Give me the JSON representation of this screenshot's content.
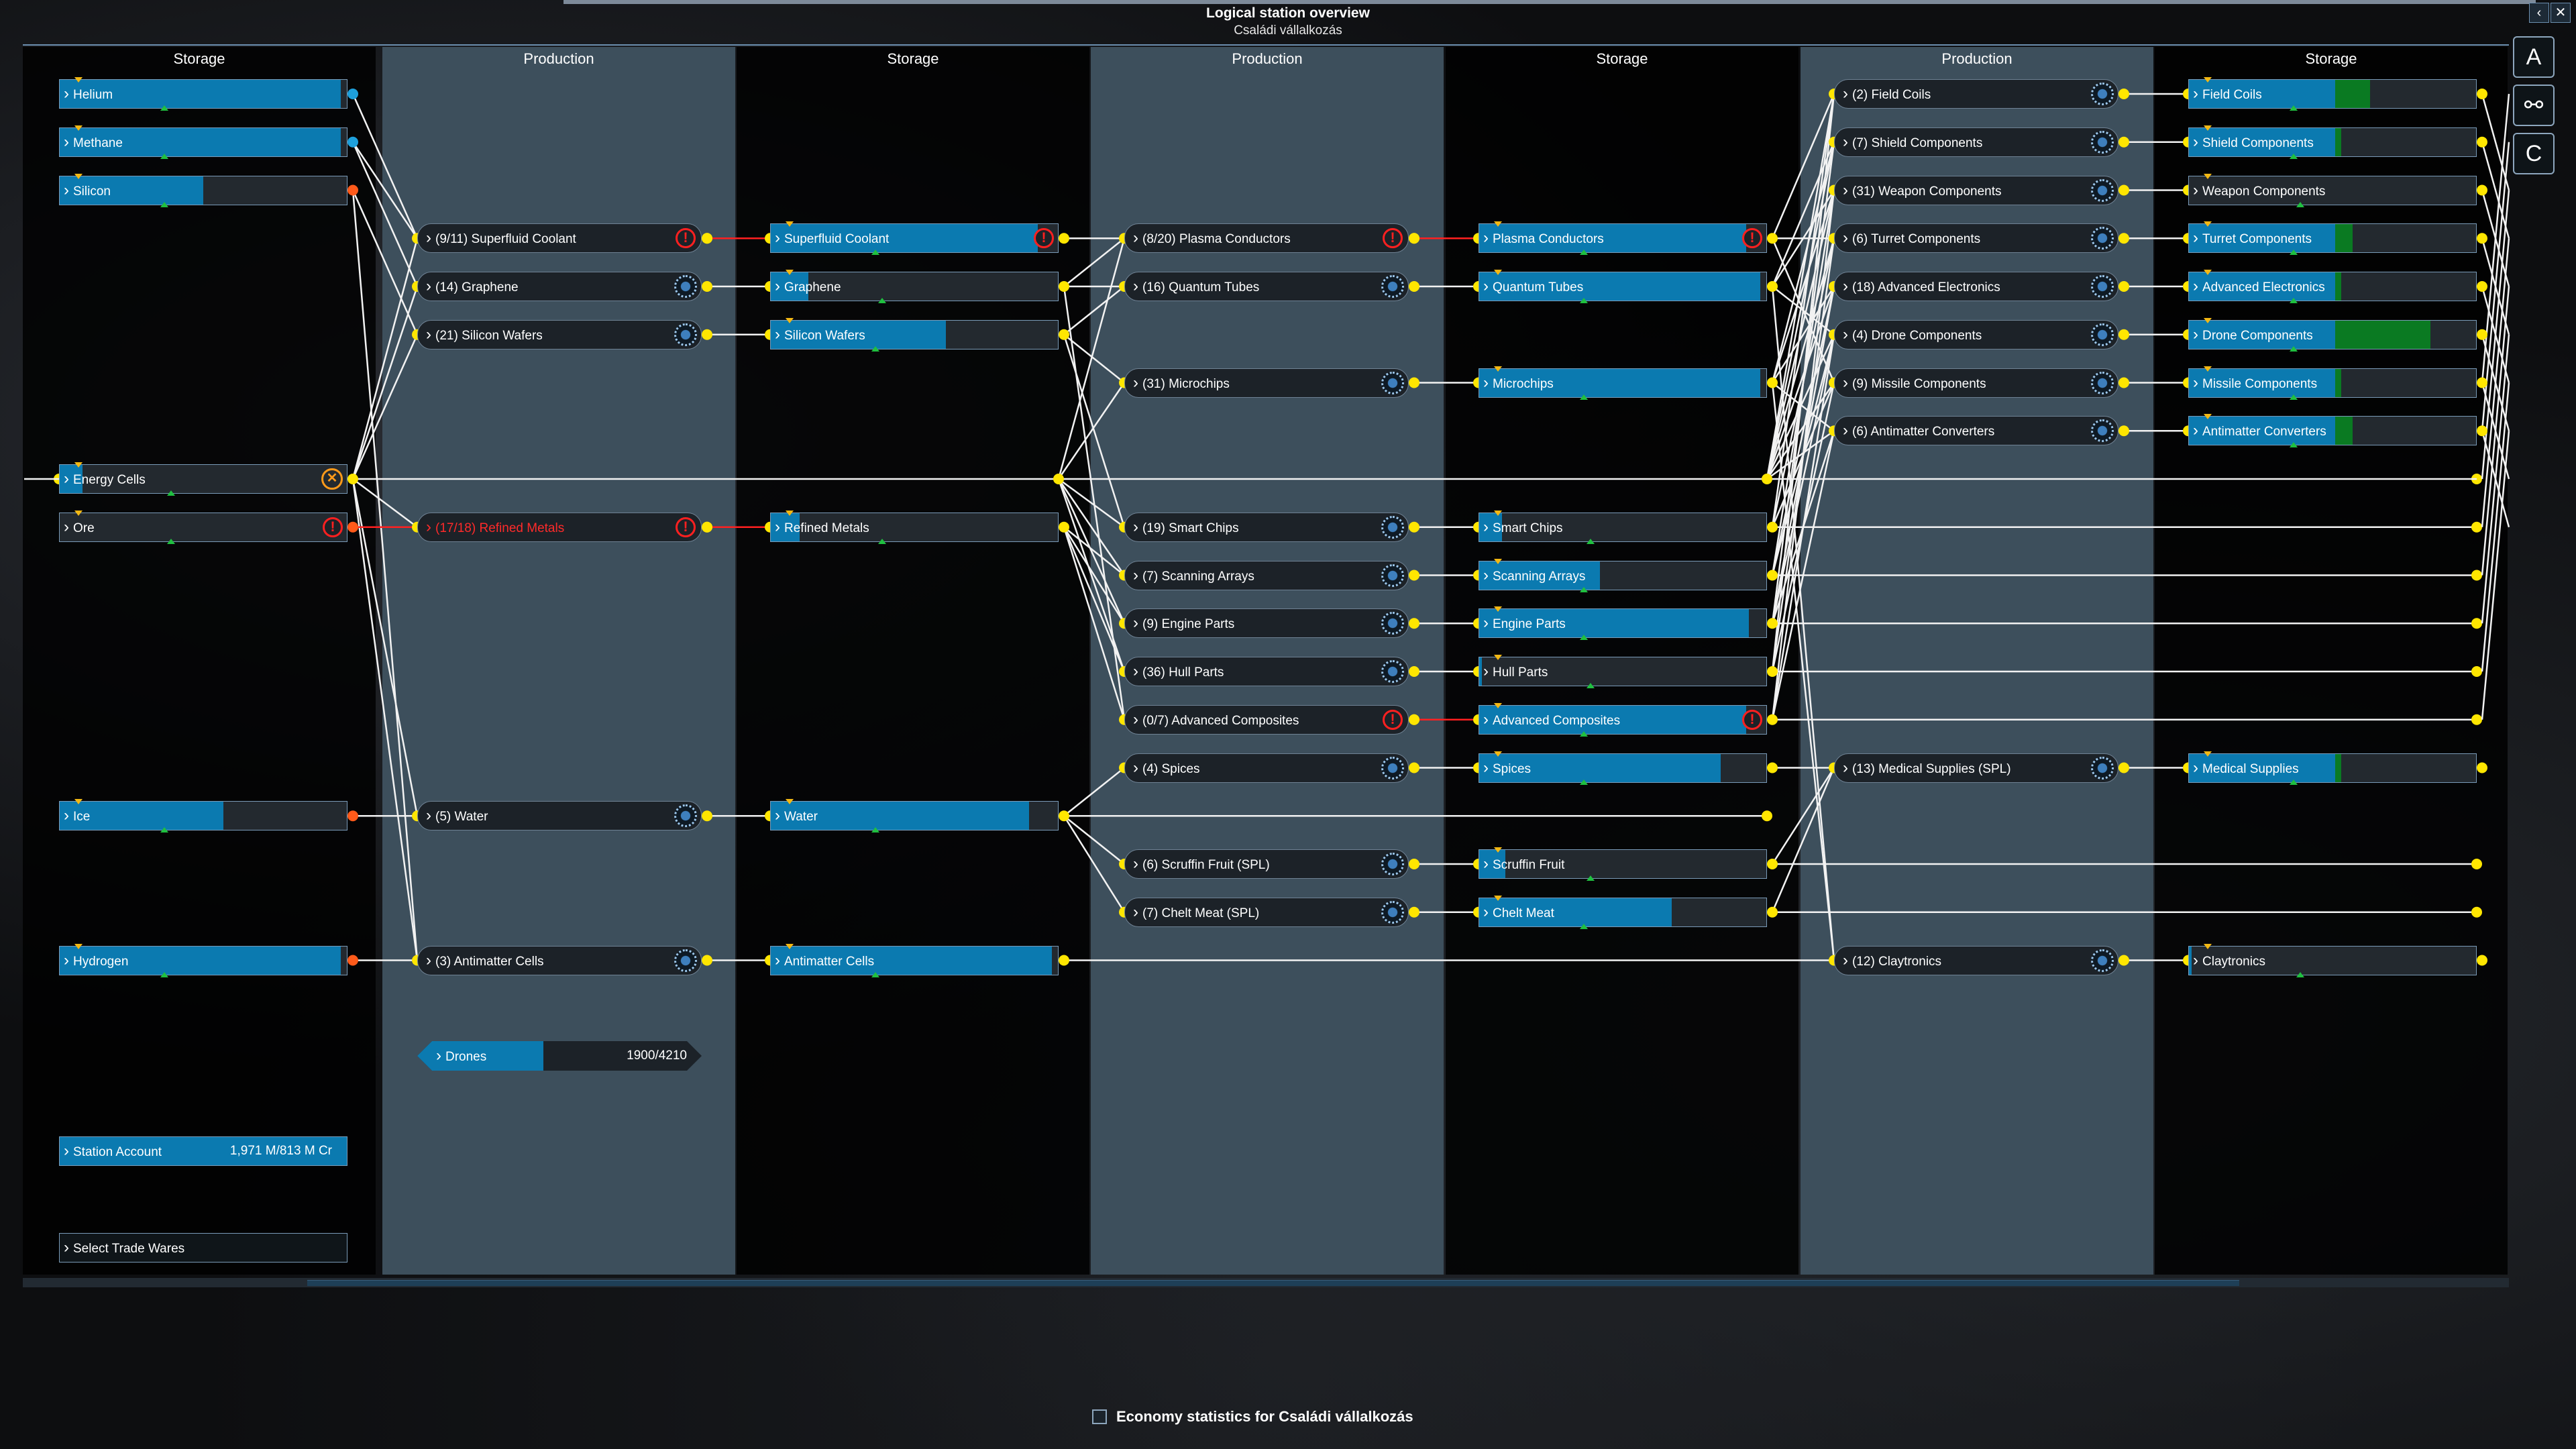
{
  "window": {
    "title": "Logical station overview",
    "subtitle": "Családi vállalkozás",
    "close_glyph": "✕",
    "back_glyph": "‹"
  },
  "side_buttons": [
    {
      "glyph": "A",
      "icon": "autopilot-icon"
    },
    {
      "glyph": "⚯",
      "icon": "connections-icon"
    },
    {
      "glyph": "C",
      "icon": "credits-icon"
    }
  ],
  "columns": [
    "Storage",
    "Production",
    "Storage",
    "Production",
    "Storage",
    "Production",
    "Storage"
  ],
  "storage_col1": [
    {
      "label": "Helium",
      "fill": 0.98
    },
    {
      "label": "Methane",
      "fill": 0.98
    },
    {
      "label": "Silicon",
      "fill": 0.5
    },
    {
      "label": "Energy Cells",
      "fill": 0.08,
      "status": "blocked"
    },
    {
      "label": "Ore",
      "fill": 0.0,
      "status": "warning"
    },
    {
      "label": "Ice",
      "fill": 0.57
    },
    {
      "label": "Hydrogen",
      "fill": 0.98
    }
  ],
  "production_col2": [
    {
      "label": "(9/11) Superfluid Coolant",
      "status": "warning"
    },
    {
      "label": "(14) Graphene",
      "status": "ok"
    },
    {
      "label": "(21) Silicon Wafers",
      "status": "ok"
    },
    {
      "label": "(17/18) Refined Metals",
      "status": "error"
    },
    {
      "label": "(5) Water",
      "status": "ok"
    },
    {
      "label": "(3) Antimatter Cells",
      "status": "ok"
    }
  ],
  "storage_col3": [
    {
      "label": "Superfluid Coolant",
      "fill": 0.93,
      "status": "warning"
    },
    {
      "label": "Graphene",
      "fill": 0.13
    },
    {
      "label": "Silicon Wafers",
      "fill": 0.61
    },
    {
      "label": "Refined Metals",
      "fill": 0.1
    },
    {
      "label": "Water",
      "fill": 0.9
    },
    {
      "label": "Antimatter Cells",
      "fill": 0.98
    }
  ],
  "production_col4": [
    {
      "label": "(8/20) Plasma Conductors",
      "status": "warning"
    },
    {
      "label": "(16) Quantum Tubes",
      "status": "ok"
    },
    {
      "label": "(31) Microchips",
      "status": "ok"
    },
    {
      "label": "(19) Smart Chips",
      "status": "ok"
    },
    {
      "label": "(7) Scanning Arrays",
      "status": "ok"
    },
    {
      "label": "(9) Engine Parts",
      "status": "ok"
    },
    {
      "label": "(36) Hull Parts",
      "status": "ok"
    },
    {
      "label": "(0/7) Advanced Composites",
      "status": "warning"
    },
    {
      "label": "(4) Spices",
      "status": "ok"
    },
    {
      "label": "(6) Scruffin Fruit (SPL)",
      "status": "ok"
    },
    {
      "label": "(7) Chelt Meat (SPL)",
      "status": "ok"
    }
  ],
  "storage_col5": [
    {
      "label": "Plasma Conductors",
      "fill": 0.93,
      "status": "warning"
    },
    {
      "label": "Quantum Tubes",
      "fill": 0.98
    },
    {
      "label": "Microchips",
      "fill": 0.98
    },
    {
      "label": "Smart Chips",
      "fill": 0.08
    },
    {
      "label": "Scanning Arrays",
      "fill": 0.42
    },
    {
      "label": "Engine Parts",
      "fill": 0.94
    },
    {
      "label": "Hull Parts",
      "fill": 0.01
    },
    {
      "label": "Advanced Composites",
      "fill": 0.93,
      "status": "warning"
    },
    {
      "label": "Spices",
      "fill": 0.84
    },
    {
      "label": "Scruffin Fruit",
      "fill": 0.09
    },
    {
      "label": "Chelt Meat",
      "fill": 0.67
    }
  ],
  "production_col6": [
    {
      "label": "(2) Field Coils",
      "status": "ok"
    },
    {
      "label": "(7) Shield Components",
      "status": "ok"
    },
    {
      "label": "(31) Weapon Components",
      "status": "ok"
    },
    {
      "label": "(6) Turret Components",
      "status": "ok"
    },
    {
      "label": "(18) Advanced Electronics",
      "status": "ok"
    },
    {
      "label": "(4) Drone Components",
      "status": "ok"
    },
    {
      "label": "(9) Missile Components",
      "status": "ok"
    },
    {
      "label": "(6) Antimatter Converters",
      "status": "ok"
    },
    {
      "label": "(13) Medical Supplies (SPL)",
      "status": "ok"
    },
    {
      "label": "(12) Claytronics",
      "status": "ok"
    }
  ],
  "storage_col7": [
    {
      "label": "Field Coils",
      "fill": 0.51,
      "fill2": 0.12
    },
    {
      "label": "Shield Components",
      "fill": 0.51,
      "fill2": 0.02
    },
    {
      "label": "Weapon Components",
      "fill": 0.0
    },
    {
      "label": "Turret Components",
      "fill": 0.51,
      "fill2": 0.06
    },
    {
      "label": "Advanced Electronics",
      "fill": 0.51,
      "fill2": 0.02
    },
    {
      "label": "Drone Components",
      "fill": 0.51,
      "fill2": 0.33
    },
    {
      "label": "Missile Components",
      "fill": 0.51,
      "fill2": 0.02
    },
    {
      "label": "Antimatter Converters",
      "fill": 0.51,
      "fill2": 0.06
    },
    {
      "label": "Medical Supplies",
      "fill": 0.51,
      "fill2": 0.02
    },
    {
      "label": "Claytronics",
      "fill": 0.01
    }
  ],
  "drones": {
    "label": "Drones",
    "value": "1900/4210",
    "fill": 0.45
  },
  "station_account": {
    "label": "Station Account",
    "value": "1,971 M/813 M Cr"
  },
  "select_trade_wares": {
    "label": "Select Trade Wares"
  },
  "economy": {
    "label": "Economy statistics for Családi vállalkozás"
  },
  "colors": {
    "storage_fill": "#0b7ab0",
    "extra_fill": "#0a7a22",
    "connector": "#ffe600",
    "warning": "#ff2020",
    "production_bg": "#3d4f5c"
  }
}
